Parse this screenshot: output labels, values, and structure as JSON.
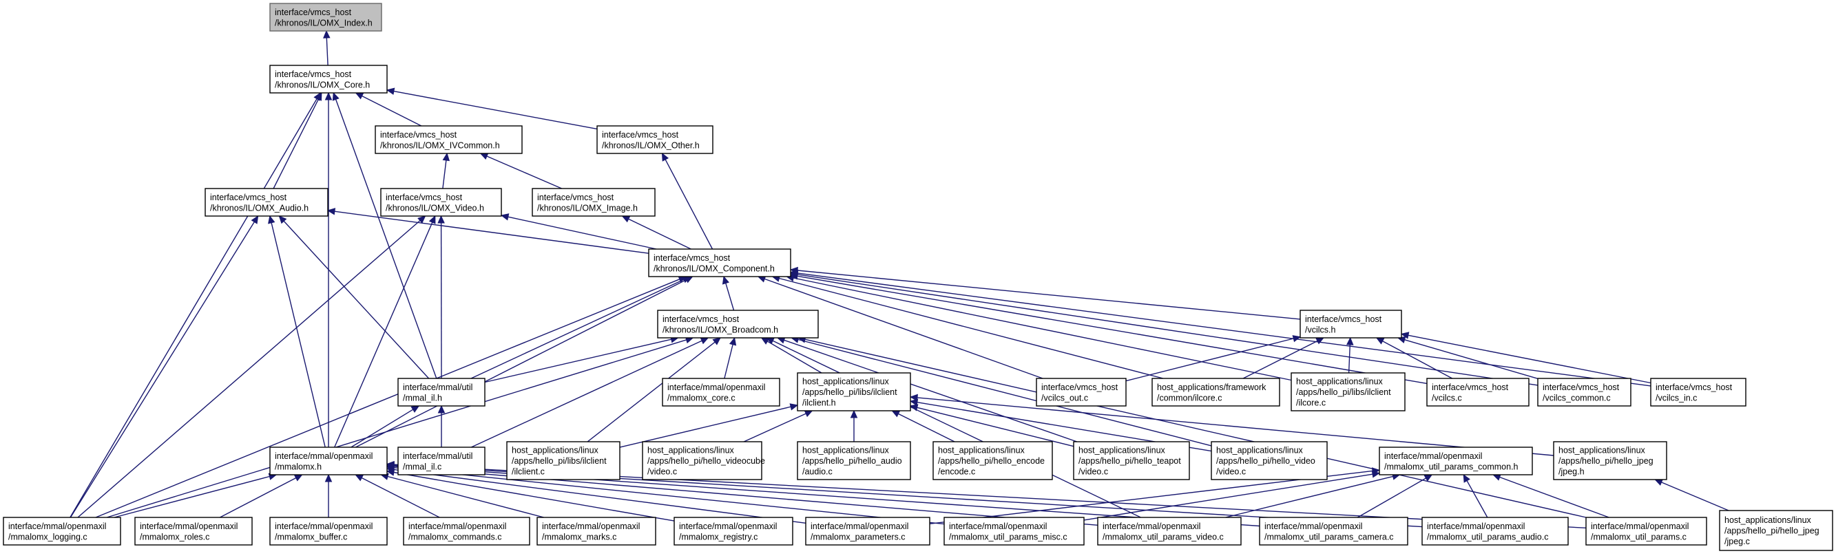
{
  "colors": {
    "edge": "#191970",
    "node_border": "#000000",
    "root_fill": "#bfbfbf",
    "root_border": "#666666",
    "background": "#ffffff"
  },
  "nodes": {
    "index": {
      "lines": [
        "interface/vmcs_host",
        "/khronos/IL/OMX_Index.h"
      ],
      "root": true
    },
    "core": {
      "lines": [
        "interface/vmcs_host",
        "/khronos/IL/OMX_Core.h"
      ]
    },
    "ivcommon": {
      "lines": [
        "interface/vmcs_host",
        "/khronos/IL/OMX_IVCommon.h"
      ]
    },
    "other": {
      "lines": [
        "interface/vmcs_host",
        "/khronos/IL/OMX_Other.h"
      ]
    },
    "audio": {
      "lines": [
        "interface/vmcs_host",
        "/khronos/IL/OMX_Audio.h"
      ]
    },
    "video": {
      "lines": [
        "interface/vmcs_host",
        "/khronos/IL/OMX_Video.h"
      ]
    },
    "image": {
      "lines": [
        "interface/vmcs_host",
        "/khronos/IL/OMX_Image.h"
      ]
    },
    "component": {
      "lines": [
        "interface/vmcs_host",
        "/khronos/IL/OMX_Component.h"
      ]
    },
    "broadcom": {
      "lines": [
        "interface/vmcs_host",
        "/khronos/IL/OMX_Broadcom.h"
      ]
    },
    "vcilcs_h": {
      "lines": [
        "interface/vmcs_host",
        "/vcilcs.h"
      ]
    },
    "mmal_il_h": {
      "lines": [
        "interface/mmal/util",
        "/mmal_il.h"
      ]
    },
    "mmalomx_core": {
      "lines": [
        "interface/mmal/openmaxil",
        "/mmalomx_core.c"
      ]
    },
    "ilclient_h": {
      "lines": [
        "host_applications/linux",
        "/apps/hello_pi/libs/ilclient",
        "/ilclient.h"
      ]
    },
    "vcilcs_out": {
      "lines": [
        "interface/vmcs_host",
        "/vcilcs_out.c"
      ]
    },
    "fw_ilcore": {
      "lines": [
        "host_applications/framework",
        "/common/ilcore.c"
      ]
    },
    "ilcore_c": {
      "lines": [
        "host_applications/linux",
        "/apps/hello_pi/libs/ilclient",
        "/ilcore.c"
      ]
    },
    "vcilcs_c": {
      "lines": [
        "interface/vmcs_host",
        "/vcilcs.c"
      ]
    },
    "vcilcs_common": {
      "lines": [
        "interface/vmcs_host",
        "/vcilcs_common.c"
      ]
    },
    "vcilcs_in": {
      "lines": [
        "interface/vmcs_host",
        "/vcilcs_in.c"
      ]
    },
    "mmalomx_h": {
      "lines": [
        "interface/mmal/openmaxil",
        "/mmalomx.h"
      ]
    },
    "mmal_il_c": {
      "lines": [
        "interface/mmal/util",
        "/mmal_il.c"
      ]
    },
    "ilclient_c": {
      "lines": [
        "host_applications/linux",
        "/apps/hello_pi/libs/ilclient",
        "/ilclient.c"
      ]
    },
    "videocube": {
      "lines": [
        "host_applications/linux",
        "/apps/hello_pi/hello_videocube",
        "/video.c"
      ]
    },
    "hello_audio": {
      "lines": [
        "host_applications/linux",
        "/apps/hello_pi/hello_audio",
        "/audio.c"
      ]
    },
    "hello_encode": {
      "lines": [
        "host_applications/linux",
        "/apps/hello_pi/hello_encode",
        "/encode.c"
      ]
    },
    "hello_teapot": {
      "lines": [
        "host_applications/linux",
        "/apps/hello_pi/hello_teapot",
        "/video.c"
      ]
    },
    "hello_video": {
      "lines": [
        "host_applications/linux",
        "/apps/hello_pi/hello_video",
        "/video.c"
      ]
    },
    "params_common_h": {
      "lines": [
        "interface/mmal/openmaxil",
        "/mmalomx_util_params_common.h"
      ]
    },
    "jpeg_h": {
      "lines": [
        "host_applications/linux",
        "/apps/hello_pi/hello_jpeg",
        "/jpeg.h"
      ]
    },
    "logging": {
      "lines": [
        "interface/mmal/openmaxil",
        "/mmalomx_logging.c"
      ]
    },
    "roles": {
      "lines": [
        "interface/mmal/openmaxil",
        "/mmalomx_roles.c"
      ]
    },
    "buffer": {
      "lines": [
        "interface/mmal/openmaxil",
        "/mmalomx_buffer.c"
      ]
    },
    "commands": {
      "lines": [
        "interface/mmal/openmaxil",
        "/mmalomx_commands.c"
      ]
    },
    "marks": {
      "lines": [
        "interface/mmal/openmaxil",
        "/mmalomx_marks.c"
      ]
    },
    "registry": {
      "lines": [
        "interface/mmal/openmaxil",
        "/mmalomx_registry.c"
      ]
    },
    "parameters": {
      "lines": [
        "interface/mmal/openmaxil",
        "/mmalomx_parameters.c"
      ]
    },
    "params_misc": {
      "lines": [
        "interface/mmal/openmaxil",
        "/mmalomx_util_params_misc.c"
      ]
    },
    "params_video": {
      "lines": [
        "interface/mmal/openmaxil",
        "/mmalomx_util_params_video.c"
      ]
    },
    "params_camera": {
      "lines": [
        "interface/mmal/openmaxil",
        "/mmalomx_util_params_camera.c"
      ]
    },
    "params_audio": {
      "lines": [
        "interface/mmal/openmaxil",
        "/mmalomx_util_params_audio.c"
      ]
    },
    "params_c": {
      "lines": [
        "interface/mmal/openmaxil",
        "/mmalomx_util_params.c"
      ]
    },
    "jpeg_c": {
      "lines": [
        "host_applications/linux",
        "/apps/hello_pi/hello_jpeg",
        "/jpeg.c"
      ]
    }
  },
  "edges": [
    [
      "core",
      "index"
    ],
    [
      "ivcommon",
      "core"
    ],
    [
      "other",
      "core"
    ],
    [
      "audio",
      "core"
    ],
    [
      "mmal_il_h",
      "core"
    ],
    [
      "mmalomx_h",
      "core"
    ],
    [
      "logging",
      "core"
    ],
    [
      "video",
      "ivcommon"
    ],
    [
      "image",
      "ivcommon"
    ],
    [
      "component",
      "other"
    ],
    [
      "component",
      "audio"
    ],
    [
      "component",
      "video"
    ],
    [
      "component",
      "image"
    ],
    [
      "mmal_il_h",
      "audio"
    ],
    [
      "mmalomx_h",
      "audio"
    ],
    [
      "logging",
      "audio"
    ],
    [
      "mmal_il_h",
      "video"
    ],
    [
      "mmalomx_h",
      "video"
    ],
    [
      "logging",
      "video"
    ],
    [
      "broadcom",
      "component"
    ],
    [
      "vcilcs_h",
      "component"
    ],
    [
      "mmal_il_h",
      "component"
    ],
    [
      "mmalomx_h",
      "component"
    ],
    [
      "logging",
      "component"
    ],
    [
      "vcilcs_out",
      "component"
    ],
    [
      "fw_ilcore",
      "component"
    ],
    [
      "ilcore_c",
      "component"
    ],
    [
      "vcilcs_c",
      "component"
    ],
    [
      "vcilcs_common",
      "component"
    ],
    [
      "vcilcs_in",
      "component"
    ],
    [
      "mmal_il_h",
      "broadcom"
    ],
    [
      "mmalomx_core",
      "broadcom"
    ],
    [
      "ilclient_h",
      "broadcom"
    ],
    [
      "mmal_il_c",
      "broadcom"
    ],
    [
      "ilclient_c",
      "broadcom"
    ],
    [
      "hello_teapot",
      "broadcom"
    ],
    [
      "hello_video",
      "broadcom"
    ],
    [
      "params_c",
      "broadcom"
    ],
    [
      "logging",
      "broadcom"
    ],
    [
      "params_video",
      "broadcom"
    ],
    [
      "vcilcs_out",
      "vcilcs_h"
    ],
    [
      "fw_ilcore",
      "vcilcs_h"
    ],
    [
      "ilcore_c",
      "vcilcs_h"
    ],
    [
      "vcilcs_c",
      "vcilcs_h"
    ],
    [
      "vcilcs_common",
      "vcilcs_h"
    ],
    [
      "vcilcs_in",
      "vcilcs_h"
    ],
    [
      "mmalomx_h",
      "mmal_il_h"
    ],
    [
      "mmal_il_c",
      "mmal_il_h"
    ],
    [
      "ilclient_c",
      "ilclient_h"
    ],
    [
      "videocube",
      "ilclient_h"
    ],
    [
      "hello_audio",
      "ilclient_h"
    ],
    [
      "hello_encode",
      "ilclient_h"
    ],
    [
      "hello_teapot",
      "ilclient_h"
    ],
    [
      "hello_video",
      "ilclient_h"
    ],
    [
      "jpeg_h",
      "ilclient_h"
    ],
    [
      "logging",
      "mmalomx_h"
    ],
    [
      "roles",
      "mmalomx_h"
    ],
    [
      "buffer",
      "mmalomx_h"
    ],
    [
      "commands",
      "mmalomx_h"
    ],
    [
      "marks",
      "mmalomx_h"
    ],
    [
      "registry",
      "mmalomx_h"
    ],
    [
      "parameters",
      "mmalomx_h"
    ],
    [
      "params_misc",
      "mmalomx_h"
    ],
    [
      "params_video",
      "mmalomx_h"
    ],
    [
      "params_camera",
      "mmalomx_h"
    ],
    [
      "params_audio",
      "mmalomx_h"
    ],
    [
      "params_c",
      "mmalomx_h"
    ],
    [
      "parameters",
      "params_common_h"
    ],
    [
      "params_misc",
      "params_common_h"
    ],
    [
      "params_video",
      "params_common_h"
    ],
    [
      "params_camera",
      "params_common_h"
    ],
    [
      "params_audio",
      "params_common_h"
    ],
    [
      "params_c",
      "params_common_h"
    ],
    [
      "jpeg_c",
      "jpeg_h"
    ]
  ]
}
